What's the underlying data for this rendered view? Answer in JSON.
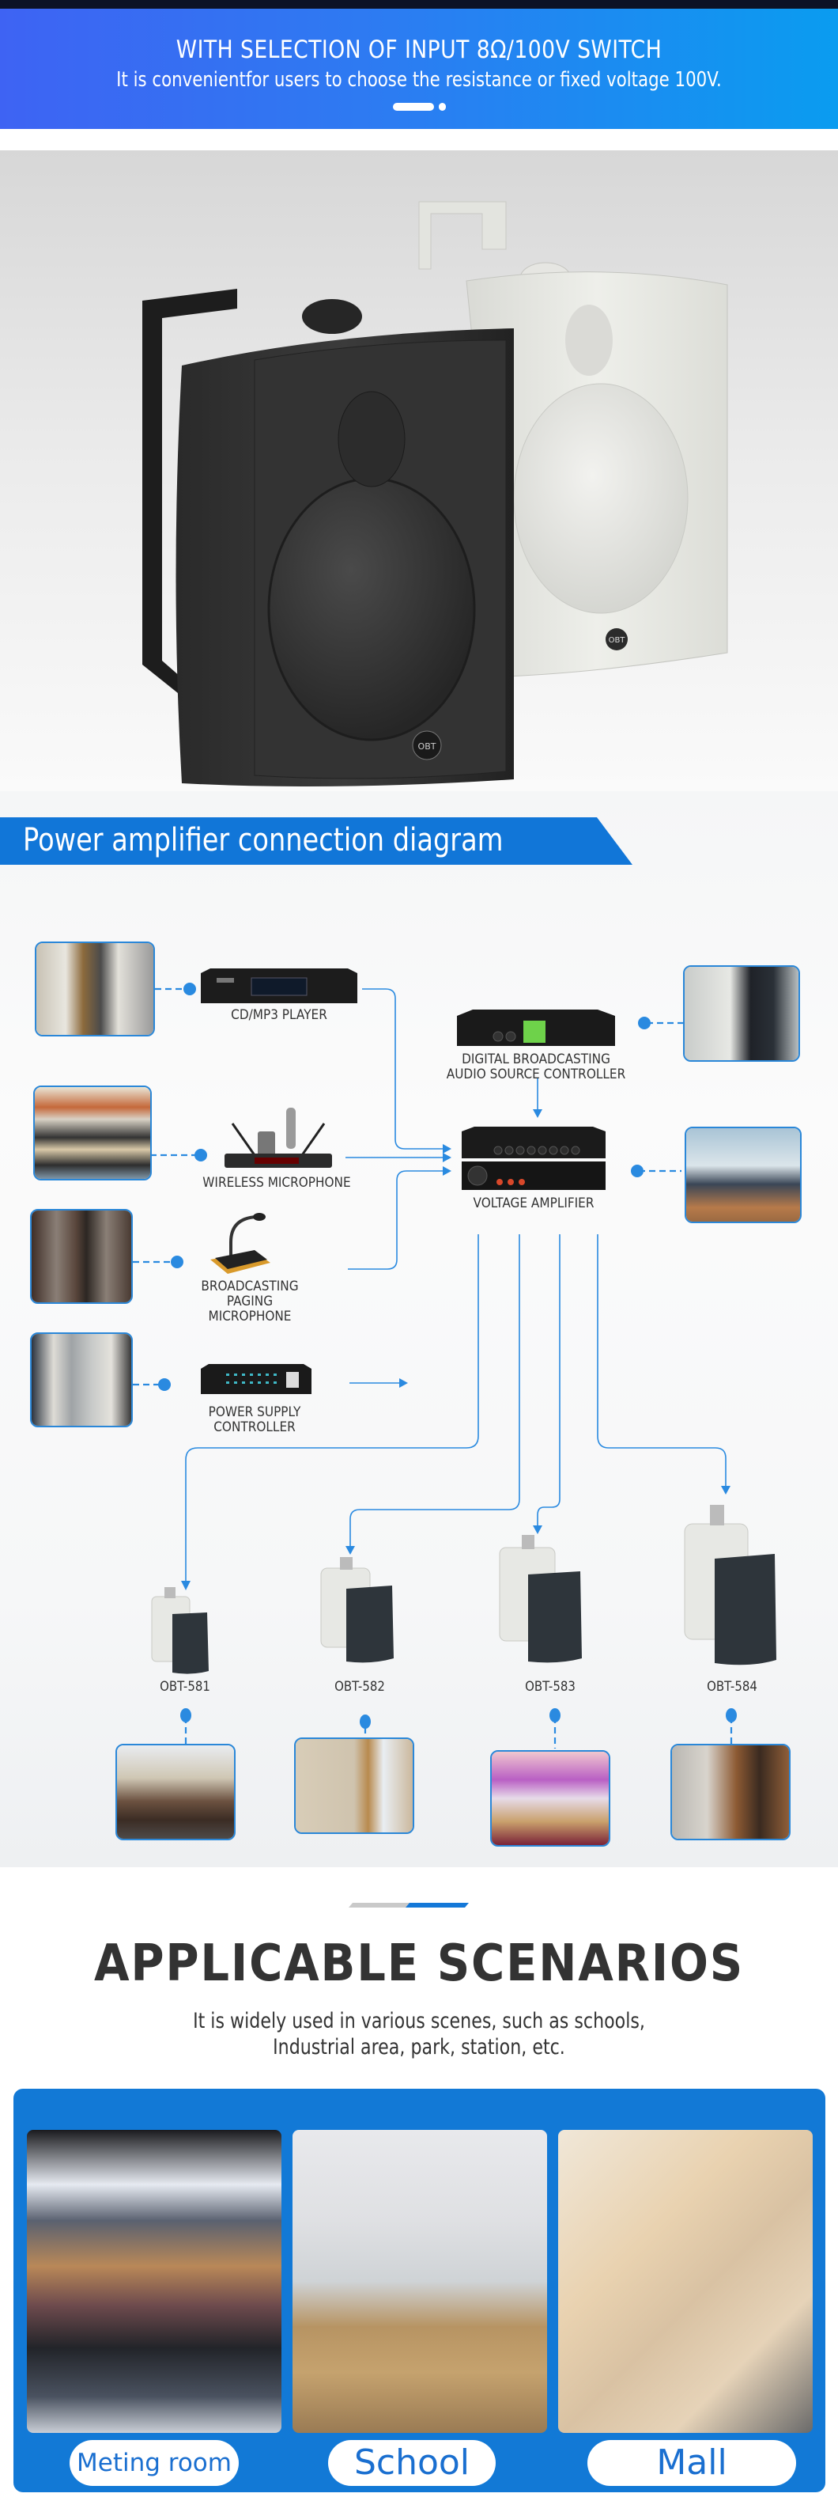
{
  "banner": {
    "title": "WITH SELECTION OF INPUT 8Ω/100V SWITCH",
    "subtitle": "It is convenientfor users to choose the resistance or fixed voltage 100V.",
    "carousel": {
      "slide_count": 2,
      "active_index": 0
    }
  },
  "hero": {
    "image_alt": "Black and white wall-mount speakers with bracket",
    "logo_text": "OBT"
  },
  "diagram": {
    "title": "Power amplifier connection diagram",
    "inputs": [
      {
        "label": "CD/MP3 PLAYER",
        "photo": "broadcast-room-photo"
      },
      {
        "label": "WIRELESS MICROPHONE",
        "photo": "lecture-hall-photo"
      },
      {
        "label": "BROADCASTING PAGING MICROPHONE",
        "label_lines": [
          "BROADCASTING",
          "PAGING MICROPHONE"
        ],
        "photo": "conference-table-photo"
      },
      {
        "label": "POWER SUPPLY CONTROLLER",
        "label_lines": [
          "POWER SUPPLY",
          "CONTROLLER"
        ],
        "photo": "equipment-cabinet-photo"
      }
    ],
    "controller": {
      "label_lines": [
        "DIGITAL BROADCASTING",
        "AUDIO SOURCE CONTROLLER"
      ],
      "photo": "control-room-photo"
    },
    "amplifier": {
      "label": "VOLTAGE AMPLIFIER",
      "photo": "amplifier-room-photo"
    },
    "speakers": [
      {
        "model": "OBT-581",
        "scene": "conference-hall"
      },
      {
        "model": "OBT-582",
        "scene": "office-corner"
      },
      {
        "model": "OBT-583",
        "scene": "auditorium-stage"
      },
      {
        "model": "OBT-584",
        "scene": "meeting-room"
      }
    ]
  },
  "scenarios": {
    "title": "APPLICABLE SCENARIOS",
    "subtitle_lines": [
      "It is widely used in various scenes, such as schools,",
      "Industrial area, park, station, etc."
    ],
    "items": [
      {
        "label": "Meting room",
        "scene": "meeting-room"
      },
      {
        "label": "School",
        "scene": "classroom"
      },
      {
        "label": "Mall",
        "scene": "shopping-mall"
      }
    ]
  },
  "colors": {
    "accent": "#1176d8",
    "banner_start": "#3e63f3",
    "banner_end": "#0a9cf0",
    "connector": "#2a8ae0",
    "pill_text": "#1a6fd0"
  }
}
